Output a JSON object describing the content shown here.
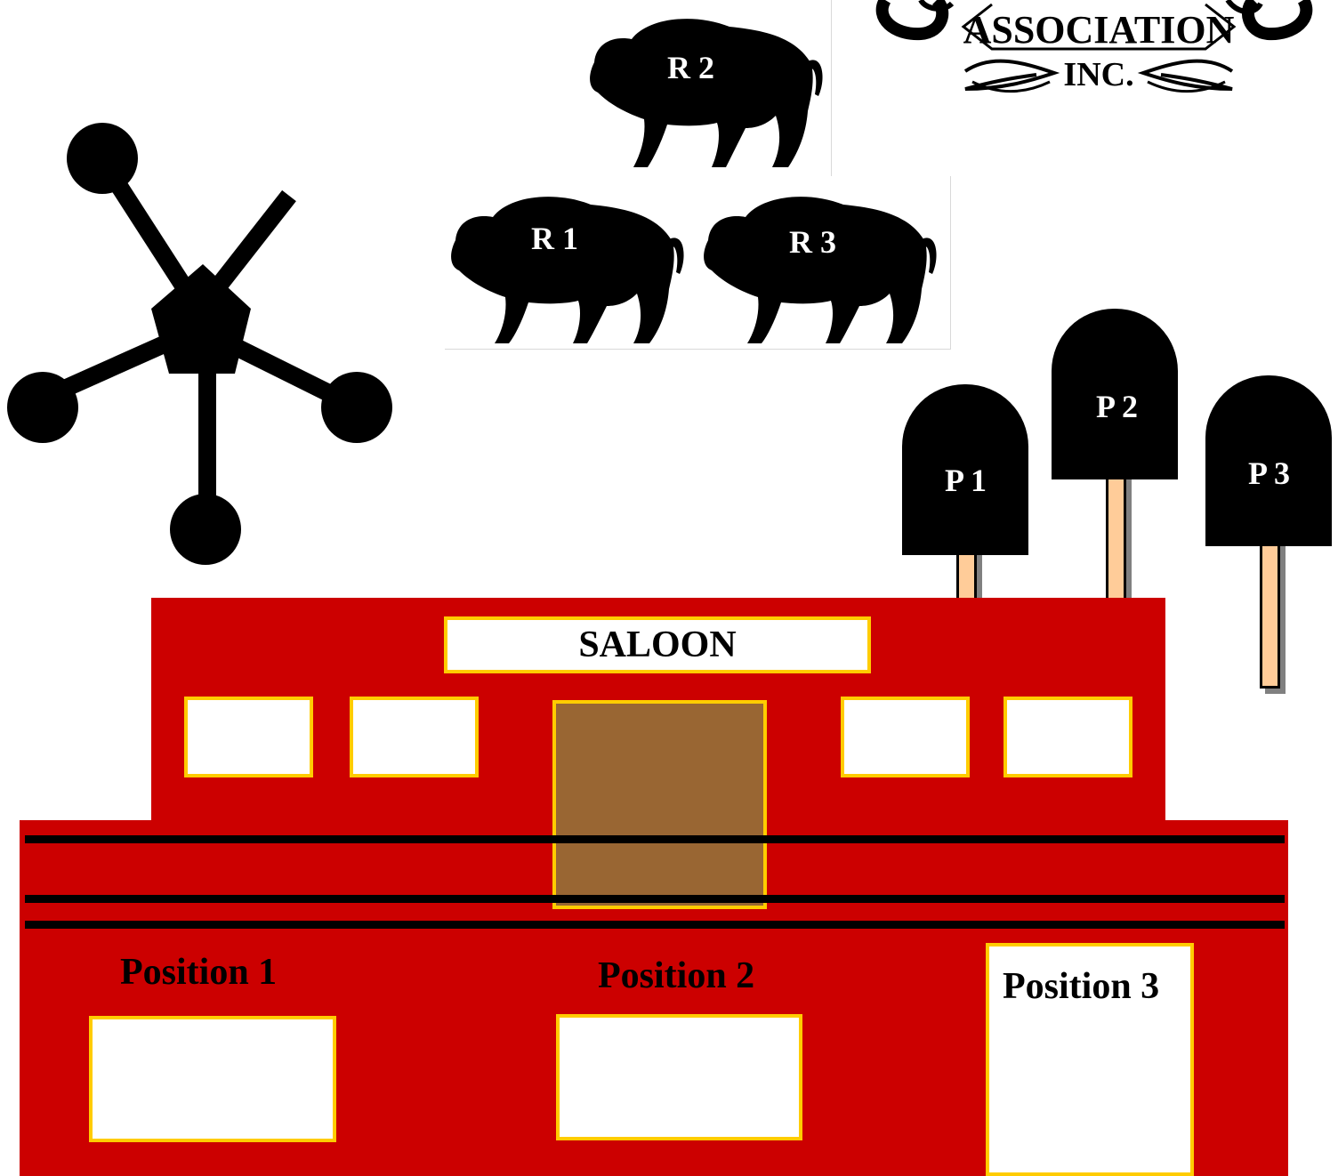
{
  "logo": {
    "line1": "ASSOCIATION",
    "line2": "INC."
  },
  "rifle_targets": [
    {
      "label": "R 2"
    },
    {
      "label": "R 1"
    },
    {
      "label": "R 3"
    }
  ],
  "pistol_targets": [
    {
      "label": "P 1"
    },
    {
      "label": "P 2"
    },
    {
      "label": "P 3"
    }
  ],
  "saloon": {
    "sign": "SALOON",
    "positions": [
      {
        "label": "Position 1"
      },
      {
        "label": "Position 2"
      },
      {
        "label": "Position 3"
      }
    ]
  },
  "colors": {
    "building": "#cc0000",
    "trim": "#ffcc00",
    "door": "#996633",
    "post": "#ffcc99",
    "target": "#000000"
  }
}
